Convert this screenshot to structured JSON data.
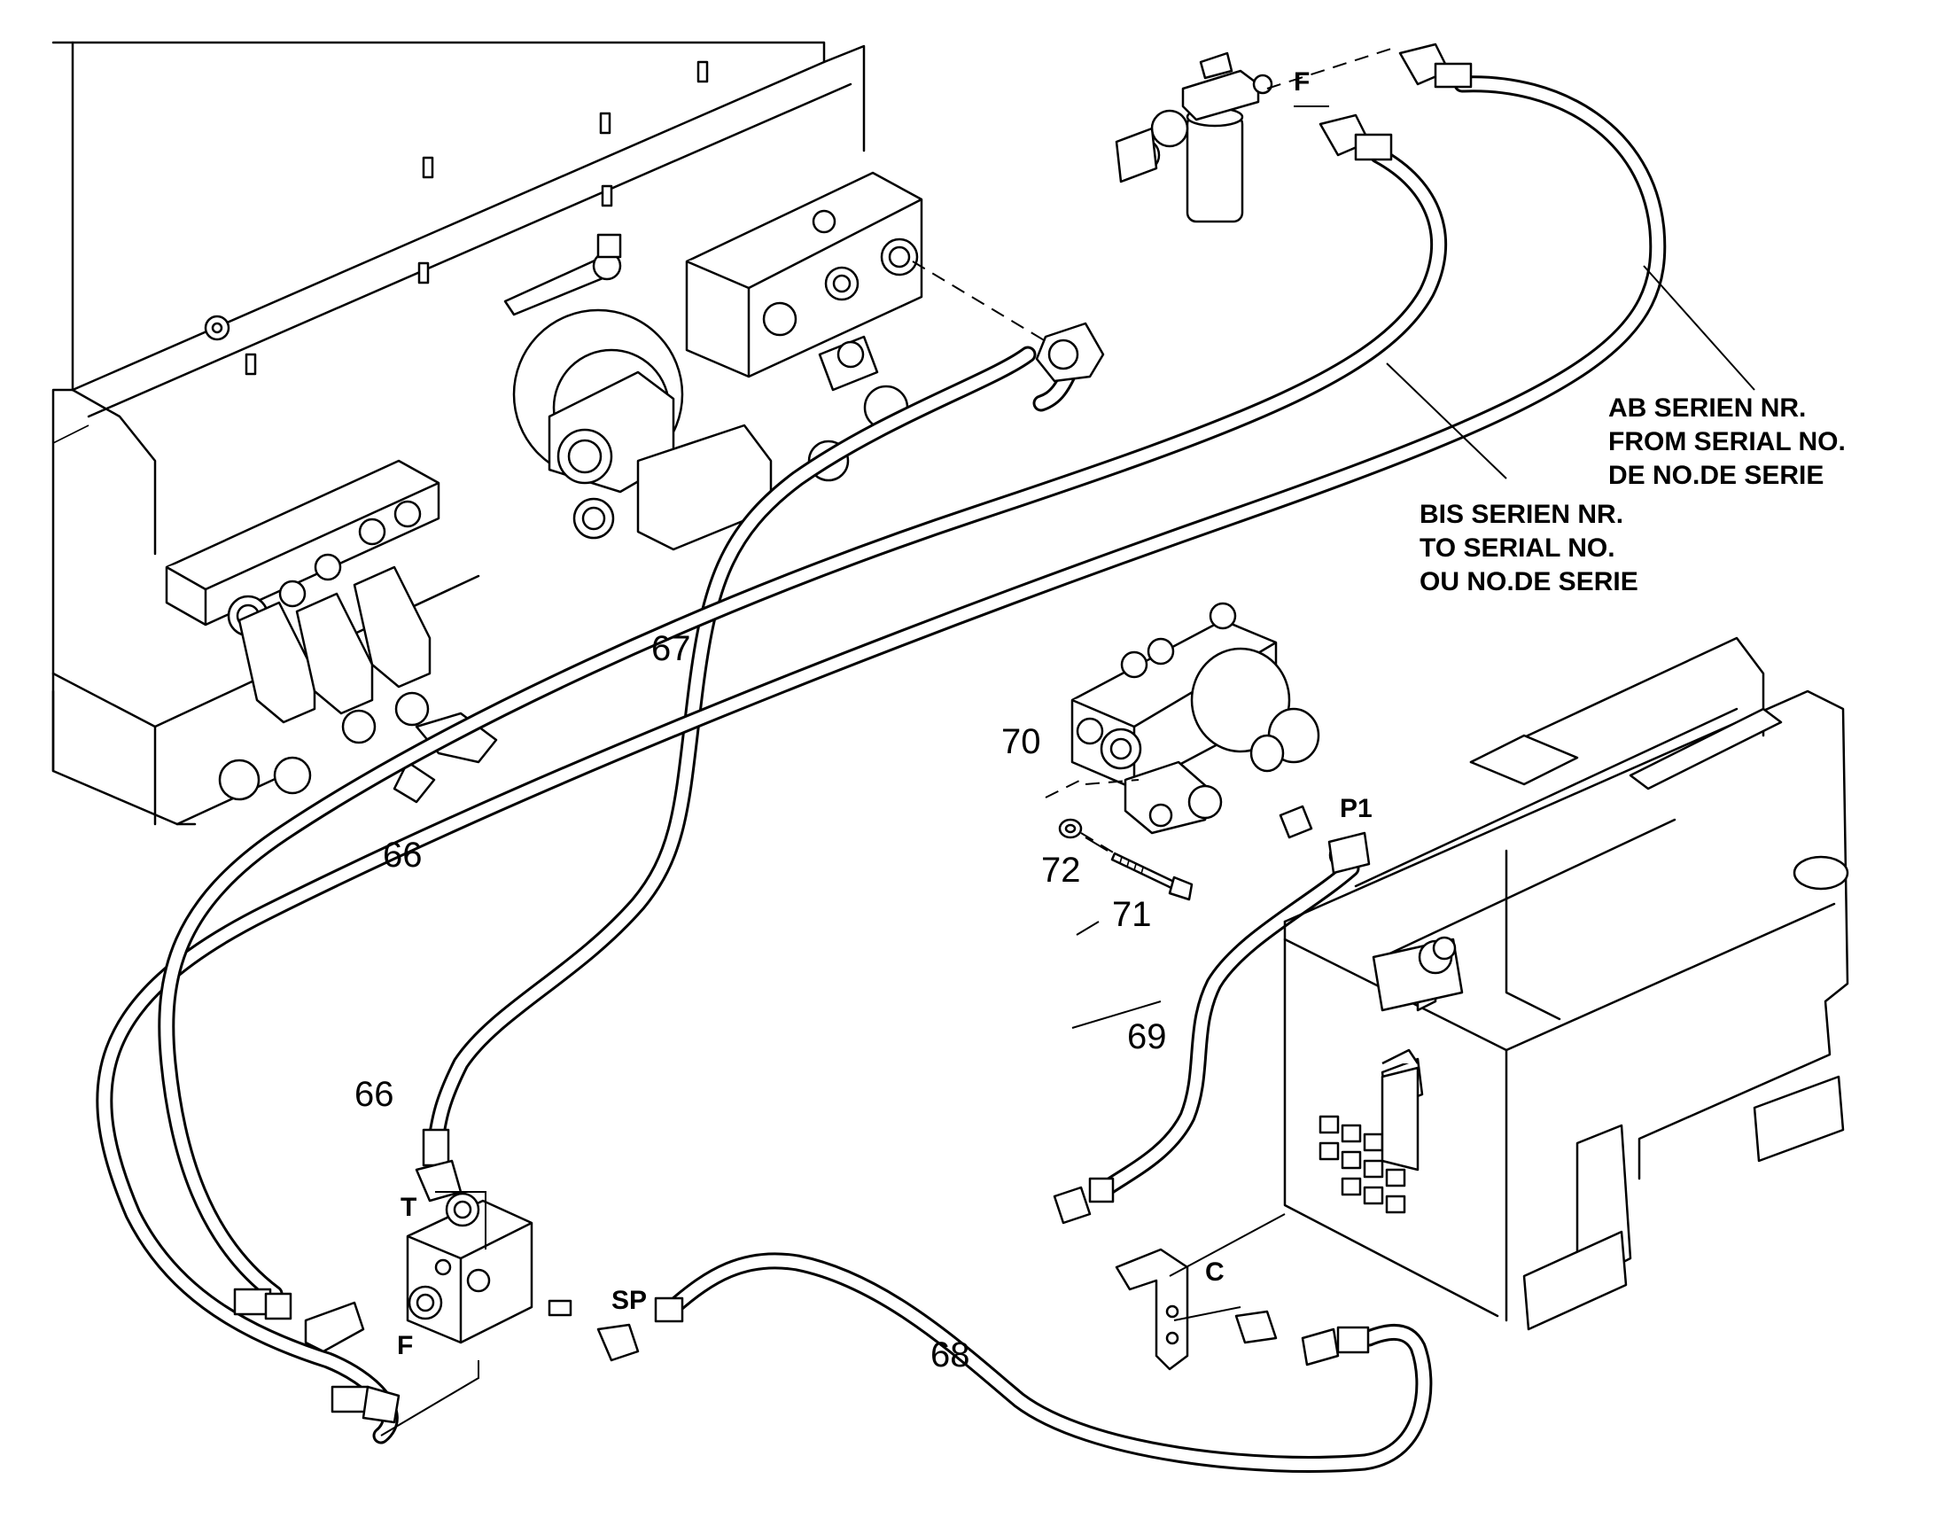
{
  "callouts": {
    "hose_66_upper": "66",
    "hose_66_lower": "66",
    "hose_67": "67",
    "hose_68": "68",
    "hose_69": "69",
    "valve_70": "70",
    "bolt_71": "71",
    "washer_72": "72"
  },
  "port_labels": {
    "f_top": "F",
    "f_bottom": "F",
    "t": "T",
    "sp": "SP",
    "p1": "P1",
    "c": "C"
  },
  "serial_notes": {
    "from_serial": [
      "AB SERIEN NR.",
      "FROM SERIAL NO.",
      "DE NO.DE SERIE"
    ],
    "to_serial": [
      "BIS SERIEN NR.",
      "TO SERIAL NO.",
      "OU NO.DE SERIE"
    ]
  }
}
